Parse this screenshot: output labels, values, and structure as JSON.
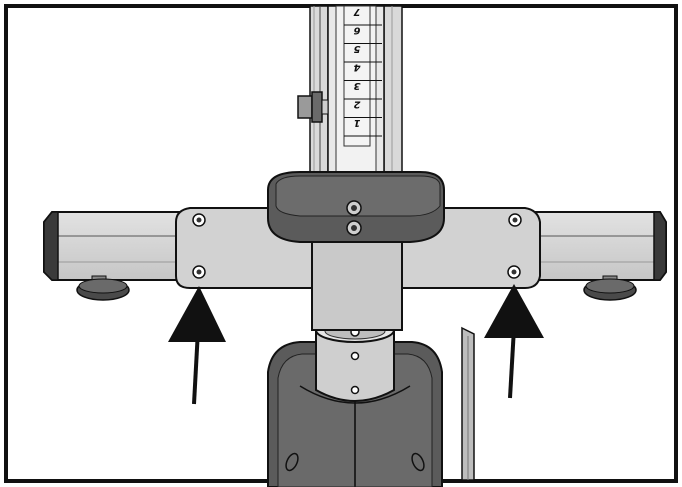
{
  "scale": {
    "labels": [
      "7",
      "6",
      "5",
      "4",
      "3",
      "2",
      "1"
    ],
    "orientation": "upside-down"
  },
  "callouts": {
    "count": 2,
    "style": "black upward arrows pointing to bolt holes"
  },
  "colors": {
    "outline": "#111111",
    "metal_light": "#e4e4e4",
    "metal_mid": "#cfcfcf",
    "metal_dark": "#9a9a9a",
    "base_dark": "#5b5b5b",
    "background": "#ffffff"
  }
}
